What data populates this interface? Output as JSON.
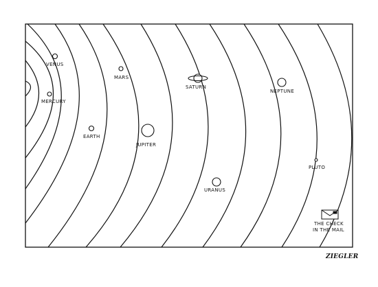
{
  "cartoon": {
    "planets": [
      {
        "id": "mercury",
        "label": "MERCURY"
      },
      {
        "id": "venus",
        "label": "VENUS"
      },
      {
        "id": "earth",
        "label": "EARTH"
      },
      {
        "id": "mars",
        "label": "MARS"
      },
      {
        "id": "jupiter",
        "label": "JUPITER"
      },
      {
        "id": "saturn",
        "label": "SATURN"
      },
      {
        "id": "uranus",
        "label": "URANUS"
      },
      {
        "id": "neptune",
        "label": "NEPTUNE"
      },
      {
        "id": "pluto",
        "label": "PLUTO"
      }
    ],
    "mail_caption_line1": "THE CHECK",
    "mail_caption_line2": "IN THE MAIL",
    "signature": "ZIEGLER"
  }
}
